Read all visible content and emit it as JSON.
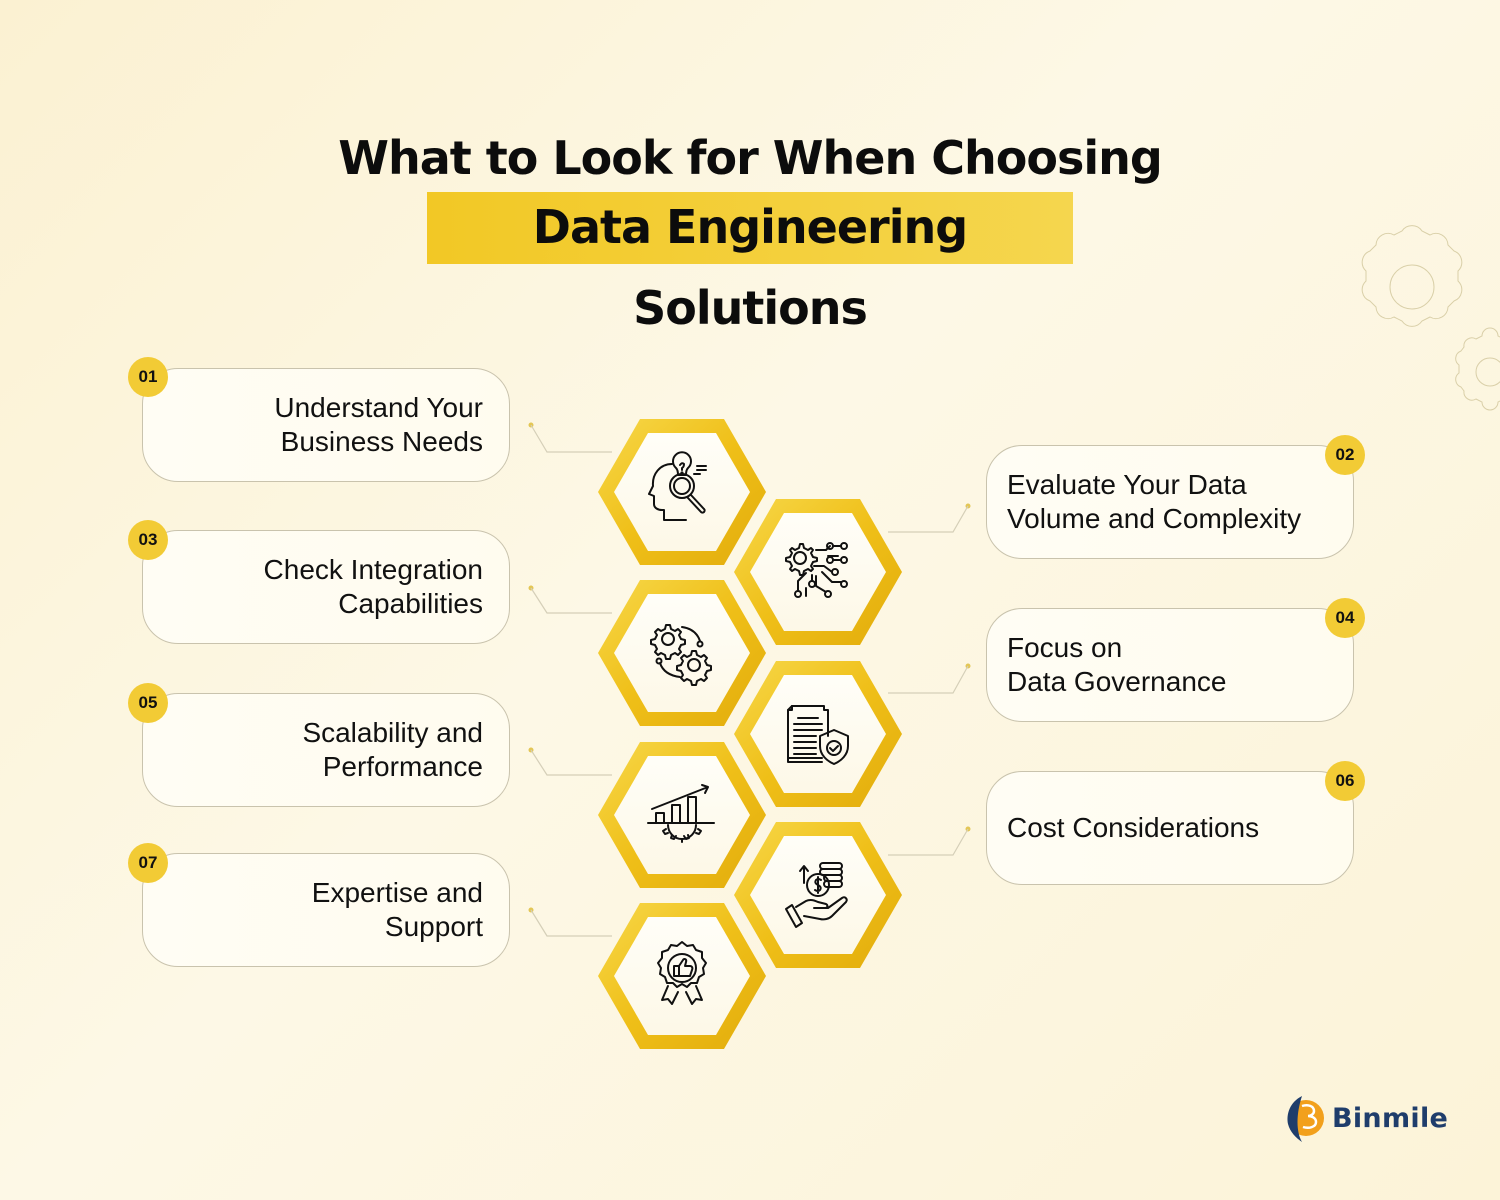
{
  "header": {
    "title_line1": "What to Look for When Choosing",
    "title_line2": "Data Engineering Solutions"
  },
  "colors": {
    "accent_yellow": "#f2cb35",
    "hex_outer": "#f0c21c",
    "hex_inner": "#fffdf3",
    "background": "#fcf5dc",
    "logo_blue": "#1f3d6b",
    "logo_orange": "#f2a01c"
  },
  "steps": [
    {
      "number": "01",
      "label": "Understand Your\nBusiness Needs",
      "icon": "head-lightbulb-magnifier-icon",
      "side": "left"
    },
    {
      "number": "02",
      "label": "Evaluate Your Data\nVolume and Complexity",
      "icon": "gear-circuit-icon",
      "side": "right"
    },
    {
      "number": "03",
      "label": "Check Integration\nCapabilities",
      "icon": "connected-gears-icon",
      "side": "left"
    },
    {
      "number": "04",
      "label": "Focus on\nData Governance",
      "icon": "document-shield-icon",
      "side": "right"
    },
    {
      "number": "05",
      "label": "Scalability and\nPerformance",
      "icon": "growth-chart-gear-icon",
      "side": "left"
    },
    {
      "number": "06",
      "label": "Cost Considerations",
      "icon": "hand-coins-icon",
      "side": "right"
    },
    {
      "number": "07",
      "label": "Expertise and\nSupport",
      "icon": "award-thumbs-up-icon",
      "side": "left"
    }
  ],
  "brand": {
    "name": "Binmile"
  }
}
